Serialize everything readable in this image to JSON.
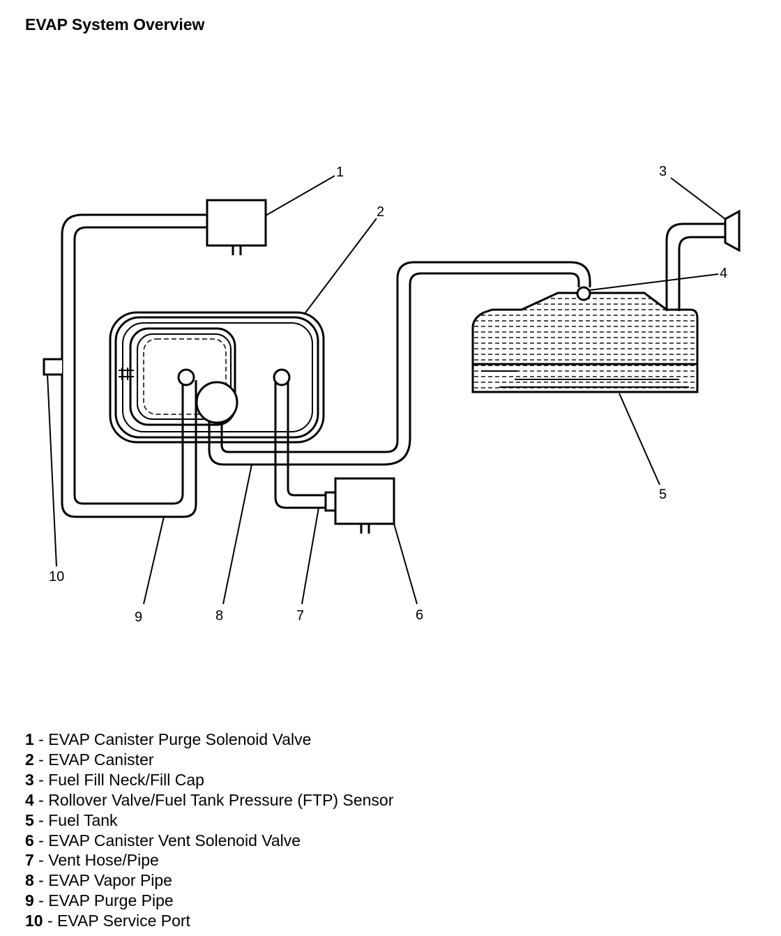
{
  "title": "EVAP System Overview",
  "callouts": [
    "1",
    "2",
    "3",
    "4",
    "5",
    "6",
    "7",
    "8",
    "9",
    "10"
  ],
  "legend": [
    {
      "num": "1",
      "sep": " - ",
      "text": "EVAP Canister Purge Solenoid Valve"
    },
    {
      "num": "2",
      "sep": " - ",
      "text": "EVAP Canister"
    },
    {
      "num": "3",
      "sep": " - ",
      "text": "Fuel Fill Neck/Fill Cap"
    },
    {
      "num": "4",
      "sep": " - ",
      "text": "Rollover Valve/Fuel Tank Pressure (FTP) Sensor"
    },
    {
      "num": "5",
      "sep": " - ",
      "text": "Fuel Tank"
    },
    {
      "num": "6",
      "sep": " - ",
      "text": "EVAP Canister Vent Solenoid Valve"
    },
    {
      "num": "7",
      "sep": " - ",
      "text": "Vent Hose/Pipe"
    },
    {
      "num": "8",
      "sep": " - ",
      "text": "EVAP Vapor Pipe"
    },
    {
      "num": "9",
      "sep": " - ",
      "text": "EVAP Purge Pipe"
    },
    {
      "num": "10",
      "sep": " - ",
      "text": "EVAP Service Port"
    }
  ]
}
